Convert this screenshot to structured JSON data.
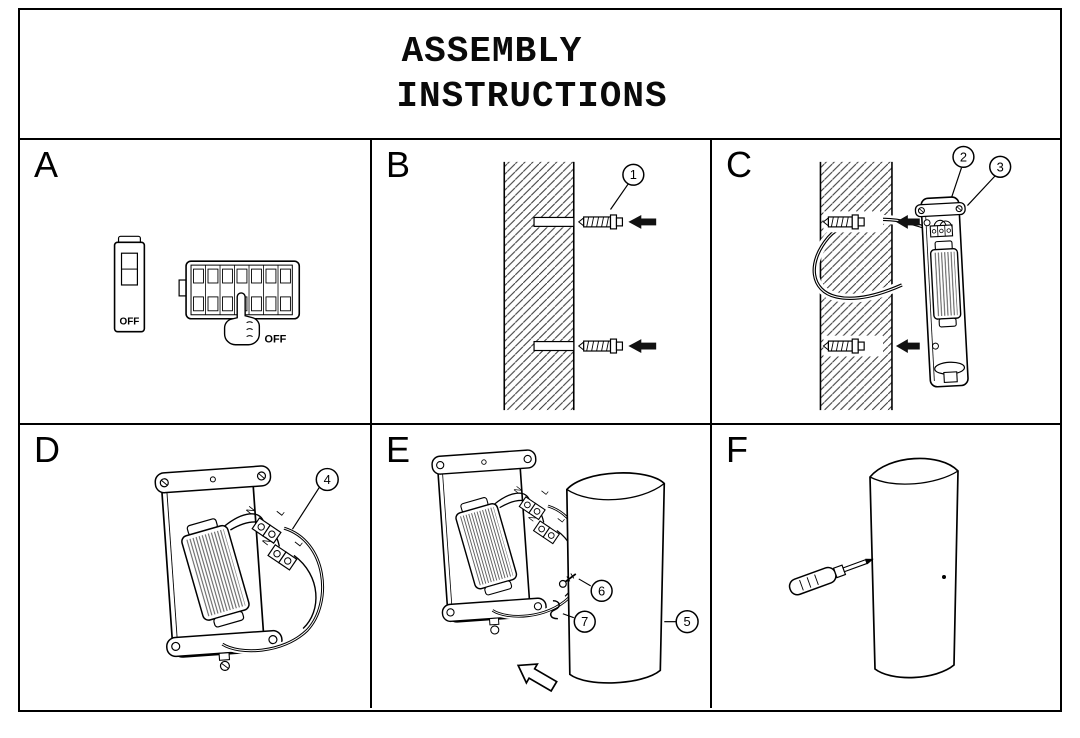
{
  "title": {
    "line1": "ASSEMBLY",
    "line2": "INSTRUCTIONS"
  },
  "panels": {
    "a": {
      "label": "A",
      "switch_off_label": "OFF",
      "breaker_off_label": "OFF"
    },
    "b": {
      "label": "B",
      "callout_wall_plug": "1"
    },
    "c": {
      "label": "C",
      "callout_screw": "2",
      "callout_backplate": "3"
    },
    "d": {
      "label": "D",
      "callout_terminal": "4",
      "wire_labels": [
        "N",
        "L",
        "N",
        "L"
      ]
    },
    "e": {
      "label": "E",
      "callout_shade": "5",
      "callout_screw": "6",
      "callout_clip": "7",
      "wire_labels": [
        "N",
        "L",
        "N",
        "L"
      ]
    },
    "f": {
      "label": "F"
    }
  }
}
